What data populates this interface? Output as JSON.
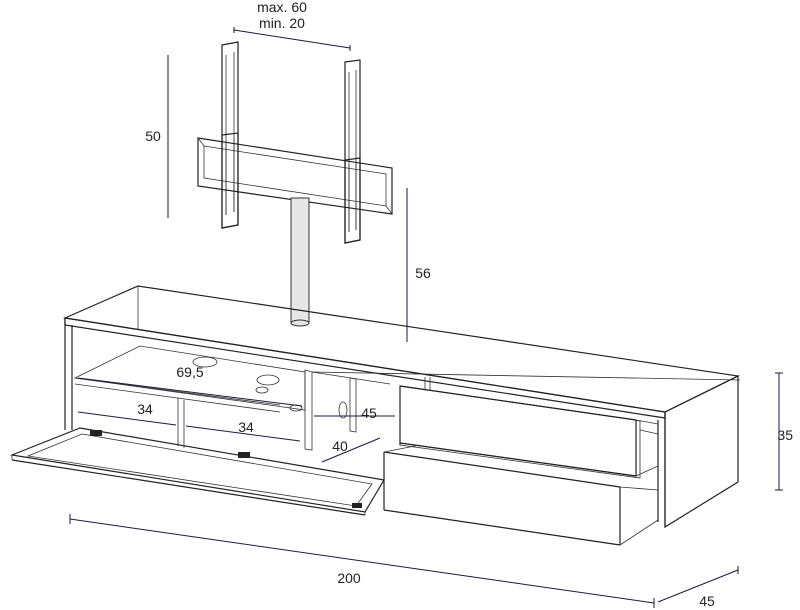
{
  "dimensions": {
    "bracket_spacing_max": "max. 60",
    "bracket_spacing_min": "min. 20",
    "bracket_height": "50",
    "pole_height": "56",
    "shelf_width": "69,5",
    "compartment_left": "34",
    "compartment_right": "34",
    "drawer_width": "45",
    "inner_depth": "40",
    "cabinet_height": "35",
    "cabinet_width": "200",
    "cabinet_depth": "45"
  }
}
